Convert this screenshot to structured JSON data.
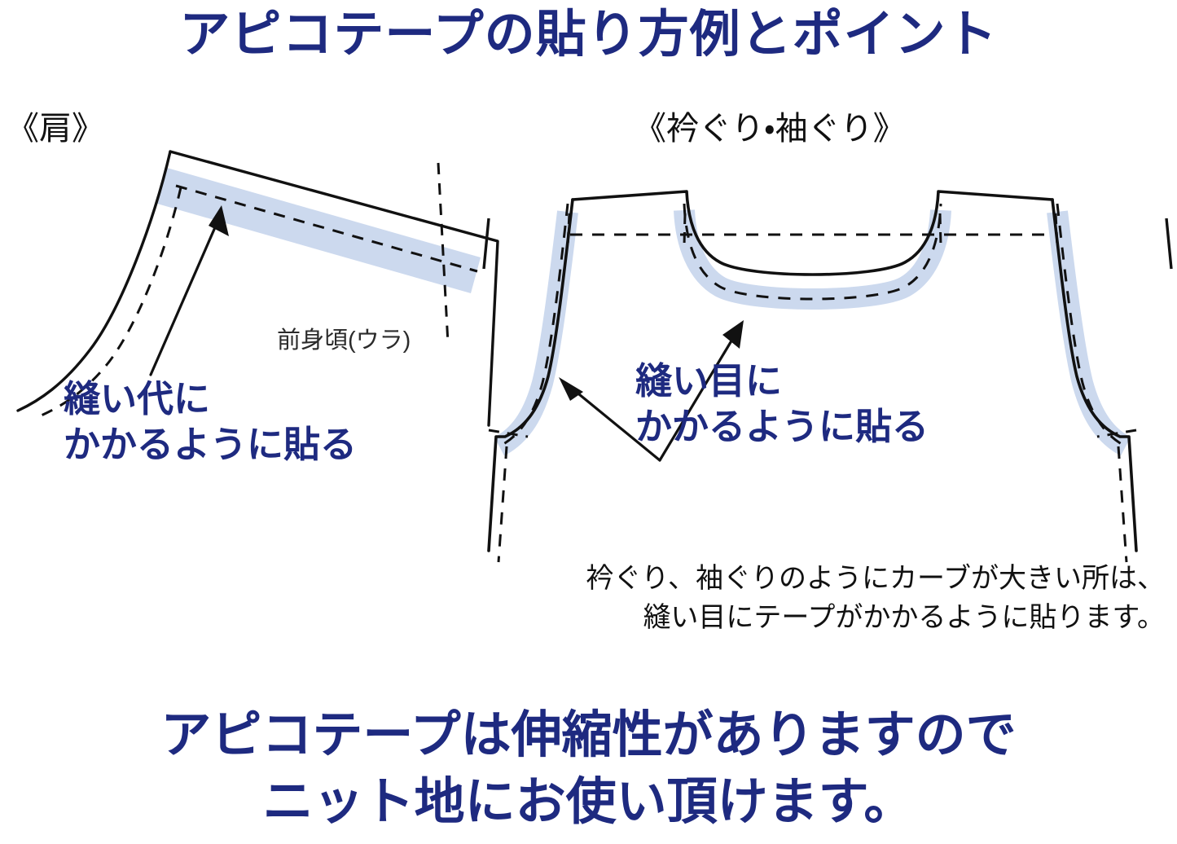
{
  "title": "アピコテープの貼り方例とポイント",
  "sections": [
    {
      "id": "shoulder",
      "label": "《肩》"
    },
    {
      "id": "neckline_armhole",
      "label": "《衿ぐり・袖ぐり》"
    }
  ],
  "shoulder_diagram": {
    "piece_label": "前身頃(ウラ)",
    "callout_line1": "縫い代に",
    "callout_line2": "かかるように貼る"
  },
  "neckline_diagram": {
    "callout_line1": "縫い目に",
    "callout_line2": "かかるように貼る"
  },
  "note": {
    "line1": "衿ぐり、袖ぐりのようにカーブが大きい所は、",
    "line2": "縫い目にテープがかかるように貼ります。"
  },
  "footer": {
    "line1": "アピコテープは伸縮性がありますので",
    "line2": "ニット地にお使い頂けます。"
  },
  "colors": {
    "navy_text": "#1e2a80",
    "tape_blue": "#ccd9ee",
    "outline": "#111111",
    "background": "#ffffff"
  }
}
